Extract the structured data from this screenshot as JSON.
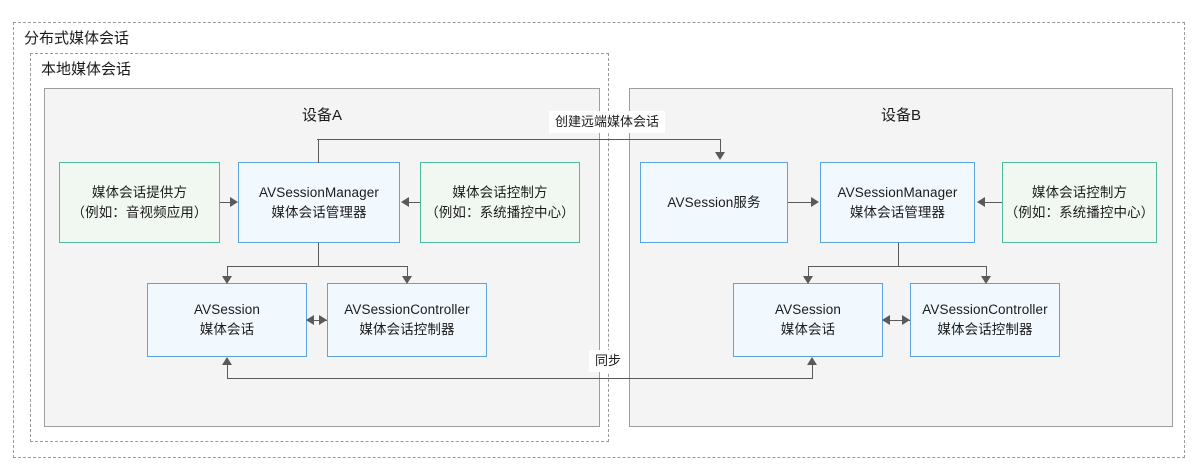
{
  "diagram": {
    "outer_container": {
      "label": "分布式媒体会话"
    },
    "inner_container": {
      "label": "本地媒体会话"
    },
    "devices": [
      {
        "id": "device-a",
        "title": "设备A",
        "nodes": [
          {
            "id": "media-session-provider",
            "style": "green",
            "lines": [
              "媒体会话提供方",
              "（例如：音视频应用）"
            ]
          },
          {
            "id": "avsession-manager-a",
            "style": "blue",
            "lines": [
              "AVSessionManager",
              "媒体会话管理器"
            ]
          },
          {
            "id": "media-session-controller-party-a",
            "style": "green",
            "lines": [
              "媒体会话控制方",
              "（例如：系统播控中心）"
            ]
          },
          {
            "id": "avsession-a",
            "style": "blue",
            "lines": [
              "AVSession",
              "媒体会话"
            ]
          },
          {
            "id": "avsession-controller-a",
            "style": "blue",
            "lines": [
              "AVSessionController",
              "媒体会话控制器"
            ]
          }
        ]
      },
      {
        "id": "device-b",
        "title": "设备B",
        "nodes": [
          {
            "id": "avsession-service",
            "style": "blue",
            "lines": [
              "AVSession服务"
            ]
          },
          {
            "id": "avsession-manager-b",
            "style": "blue",
            "lines": [
              "AVSessionManager",
              "媒体会话管理器"
            ]
          },
          {
            "id": "media-session-controller-party-b",
            "style": "green",
            "lines": [
              "媒体会话控制方",
              "（例如：系统播控中心）"
            ]
          },
          {
            "id": "avsession-b",
            "style": "blue",
            "lines": [
              "AVSession",
              "媒体会话"
            ]
          },
          {
            "id": "avsession-controller-b",
            "style": "blue",
            "lines": [
              "AVSessionController",
              "媒体会话控制器"
            ]
          }
        ]
      }
    ],
    "edge_labels": {
      "create_remote_session": "创建远端媒体会话",
      "sync": "同步"
    },
    "colors": {
      "blue_border": "#5ba4dd",
      "blue_fill": "#f1f8fe",
      "green_border": "#4dbba2",
      "green_fill": "#f1f8f1",
      "panel_fill": "#f4f4f4",
      "panel_border": "#9d9d9d",
      "dashed_border": "#9a9a9a",
      "connector": "#5a5a5a",
      "text": "#1b1b1b"
    }
  }
}
